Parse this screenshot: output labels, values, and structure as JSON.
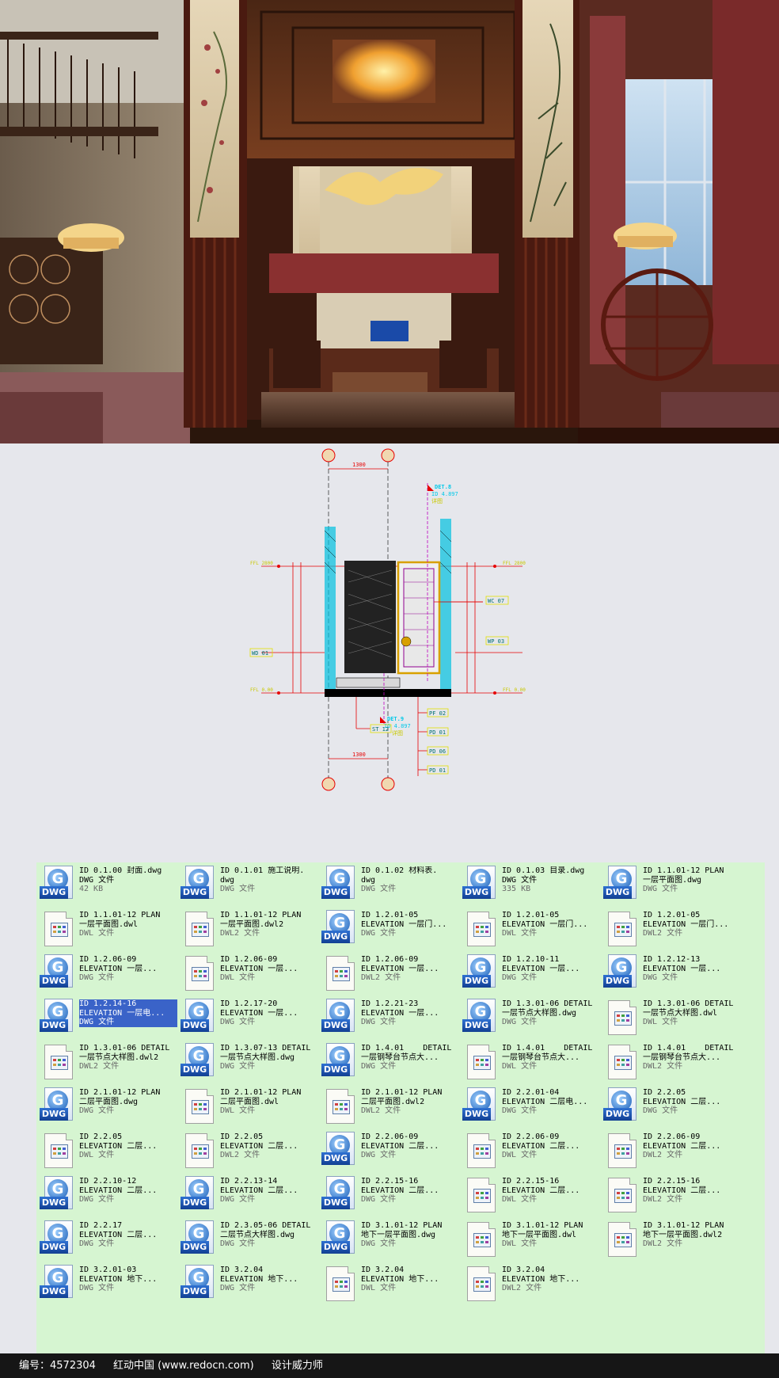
{
  "cad": {
    "dims_top": "1300",
    "dims_bottom": "1300",
    "det_top": "DET.8",
    "det_top_sub": "ID 4.897",
    "det_top_sub2": "详图",
    "det_bottom": "DET.9",
    "det_bottom_sub": "ID 4.897",
    "det_bottom_sub2": "详图",
    "label_right_1": "WC 07",
    "label_right_2": "WP 03",
    "label_left": "WD 01",
    "label_bl": "ST 12",
    "tags": [
      "PF 02",
      "PD 01",
      "PD 06",
      "PD 01"
    ],
    "level_top_left": "FFL 2800",
    "level_top_right": "FFL 2800",
    "level_bot_left": "FFL 0.00",
    "level_bot_right": "FFL 0.00"
  },
  "files": [
    {
      "type": "dwg",
      "l1": "ID 0.1.00 封面.dwg",
      "l2": "DWG 文件",
      "l3": "42 KB"
    },
    {
      "type": "dwg",
      "l1": "ID 0.1.01 施工说明.",
      "l2": "dwg",
      "l3": "DWG 文件"
    },
    {
      "type": "dwg",
      "l1": "ID 0.1.02 材料表.",
      "l2": "dwg",
      "l3": "DWG 文件"
    },
    {
      "type": "dwg",
      "l1": "ID 0.1.03 目录.dwg",
      "l2": "DWG 文件",
      "l3": "335 KB"
    },
    {
      "type": "dwg",
      "l1": "ID 1.1.01-12 PLAN",
      "l2": "一层平面图.dwg",
      "l3": "DWG 文件"
    },
    {
      "type": "dwl",
      "l1": "ID 1.1.01-12 PLAN",
      "l2": "一层平面图.dwl",
      "l3": "DWL 文件"
    },
    {
      "type": "dwl",
      "l1": "ID 1.1.01-12 PLAN",
      "l2": "一层平面图.dwl2",
      "l3": "DWL2 文件"
    },
    {
      "type": "dwg",
      "l1": "ID 1.2.01-05",
      "l2": "ELEVATION 一层门...",
      "l3": "DWG 文件"
    },
    {
      "type": "dwl",
      "l1": "ID 1.2.01-05",
      "l2": "ELEVATION 一层门...",
      "l3": "DWL 文件"
    },
    {
      "type": "dwl",
      "l1": "ID 1.2.01-05",
      "l2": "ELEVATION 一层门...",
      "l3": "DWL2 文件"
    },
    {
      "type": "dwg",
      "l1": "ID 1.2.06-09",
      "l2": "ELEVATION 一层...",
      "l3": "DWG 文件"
    },
    {
      "type": "dwl",
      "l1": "ID 1.2.06-09",
      "l2": "ELEVATION 一层...",
      "l3": "DWL 文件"
    },
    {
      "type": "dwl",
      "l1": "ID 1.2.06-09",
      "l2": "ELEVATION 一层...",
      "l3": "DWL2 文件"
    },
    {
      "type": "dwg",
      "l1": "ID 1.2.10-11",
      "l2": "ELEVATION 一层...",
      "l3": "DWG 文件"
    },
    {
      "type": "dwg",
      "l1": "ID 1.2.12-13",
      "l2": "ELEVATION 一层...",
      "l3": "DWG 文件"
    },
    {
      "type": "dwg",
      "sel": true,
      "l1": "ID 1.2.14-16",
      "l2": "ELEVATION 一层电...",
      "l3": "DWG 文件"
    },
    {
      "type": "dwg",
      "l1": "ID 1.2.17-20",
      "l2": "ELEVATION 一层...",
      "l3": "DWG 文件"
    },
    {
      "type": "dwg",
      "l1": "ID 1.2.21-23",
      "l2": "ELEVATION 一层...",
      "l3": "DWG 文件"
    },
    {
      "type": "dwg",
      "l1": "ID 1.3.01-06 DETAIL",
      "l2": "一层节点大样图.dwg",
      "l3": "DWG 文件"
    },
    {
      "type": "dwl",
      "l1": "ID 1.3.01-06 DETAIL",
      "l2": "一层节点大样图.dwl",
      "l3": "DWL 文件"
    },
    {
      "type": "dwl",
      "l1": "ID 1.3.01-06 DETAIL",
      "l2": "一层节点大样图.dwl2",
      "l3": "DWL2 文件"
    },
    {
      "type": "dwg",
      "l1": "ID 1.3.07-13 DETAIL",
      "l2": "一层节点大样图.dwg",
      "l3": "DWG 文件"
    },
    {
      "type": "dwg",
      "l1": "ID 1.4.01    DETAIL",
      "l2": "一层钢琴台节点大...",
      "l3": "DWG 文件"
    },
    {
      "type": "dwl",
      "l1": "ID 1.4.01    DETAIL",
      "l2": "一层钢琴台节点大...",
      "l3": "DWL 文件"
    },
    {
      "type": "dwl",
      "l1": "ID 1.4.01    DETAIL",
      "l2": "一层钢琴台节点大...",
      "l3": "DWL2 文件"
    },
    {
      "type": "dwg",
      "l1": "ID 2.1.01-12 PLAN",
      "l2": "二层平面图.dwg",
      "l3": "DWG 文件"
    },
    {
      "type": "dwl",
      "l1": "ID 2.1.01-12 PLAN",
      "l2": "二层平面图.dwl",
      "l3": "DWL 文件"
    },
    {
      "type": "dwl",
      "l1": "ID 2.1.01-12 PLAN",
      "l2": "二层平面图.dwl2",
      "l3": "DWL2 文件"
    },
    {
      "type": "dwg",
      "l1": "ID 2.2.01-04",
      "l2": "ELEVATION 二层电...",
      "l3": "DWG 文件"
    },
    {
      "type": "dwg",
      "l1": "ID 2.2.05",
      "l2": "ELEVATION 二层...",
      "l3": "DWG 文件"
    },
    {
      "type": "dwl",
      "l1": "ID 2.2.05",
      "l2": "ELEVATION 二层...",
      "l3": "DWL 文件"
    },
    {
      "type": "dwl",
      "l1": "ID 2.2.05",
      "l2": "ELEVATION 二层...",
      "l3": "DWL2 文件"
    },
    {
      "type": "dwg",
      "l1": "ID 2.2.06-09",
      "l2": "ELEVATION 二层...",
      "l3": "DWG 文件"
    },
    {
      "type": "dwl",
      "l1": "ID 2.2.06-09",
      "l2": "ELEVATION 二层...",
      "l3": "DWL 文件"
    },
    {
      "type": "dwl",
      "l1": "ID 2.2.06-09",
      "l2": "ELEVATION 二层...",
      "l3": "DWL2 文件"
    },
    {
      "type": "dwg",
      "l1": "ID 2.2.10-12",
      "l2": "ELEVATION 二层...",
      "l3": "DWG 文件"
    },
    {
      "type": "dwg",
      "l1": "ID 2.2.13-14",
      "l2": "ELEVATION 二层...",
      "l3": "DWG 文件"
    },
    {
      "type": "dwg",
      "l1": "ID 2.2.15-16",
      "l2": "ELEVATION 二层...",
      "l3": "DWG 文件"
    },
    {
      "type": "dwl",
      "l1": "ID 2.2.15-16",
      "l2": "ELEVATION 二层...",
      "l3": "DWL 文件"
    },
    {
      "type": "dwl",
      "l1": "ID 2.2.15-16",
      "l2": "ELEVATION 二层...",
      "l3": "DWL2 文件"
    },
    {
      "type": "dwg",
      "l1": "ID 2.2.17",
      "l2": "ELEVATION 二层...",
      "l3": "DWG 文件"
    },
    {
      "type": "dwg",
      "l1": "ID 2.3.05-06 DETAIL",
      "l2": "二层节点大样图.dwg",
      "l3": "DWG 文件"
    },
    {
      "type": "dwg",
      "l1": "ID 3.1.01-12 PLAN",
      "l2": "地下一层平面图.dwg",
      "l3": "DWG 文件"
    },
    {
      "type": "dwl",
      "l1": "ID 3.1.01-12 PLAN",
      "l2": "地下一层平面图.dwl",
      "l3": "DWL 文件"
    },
    {
      "type": "dwl",
      "l1": "ID 3.1.01-12 PLAN",
      "l2": "地下一层平面图.dwl2",
      "l3": "DWL2 文件"
    },
    {
      "type": "dwg",
      "l1": "ID 3.2.01-03",
      "l2": "ELEVATION 地下...",
      "l3": "DWG 文件"
    },
    {
      "type": "dwg",
      "l1": "ID 3.2.04",
      "l2": "ELEVATION 地下...",
      "l3": "DWG 文件"
    },
    {
      "type": "dwl",
      "l1": "ID 3.2.04",
      "l2": "ELEVATION 地下...",
      "l3": "DWL 文件"
    },
    {
      "type": "dwl",
      "l1": "ID 3.2.04",
      "l2": "ELEVATION 地下...",
      "l3": "DWL2 文件"
    }
  ],
  "icons": {
    "dwg_glyph": "G",
    "dwg_tag": "DWG"
  },
  "footer": {
    "id_label": "编号：4572304",
    "site": "红动中国 (www.redocn.com)",
    "author": "设计威力师"
  },
  "colors": {
    "file_bg": "#d6f5d1",
    "selected": "#3a63c8",
    "cad_red": "#e60000",
    "cad_cyan": "#00e5ff",
    "cad_yellow": "#d8d800"
  }
}
